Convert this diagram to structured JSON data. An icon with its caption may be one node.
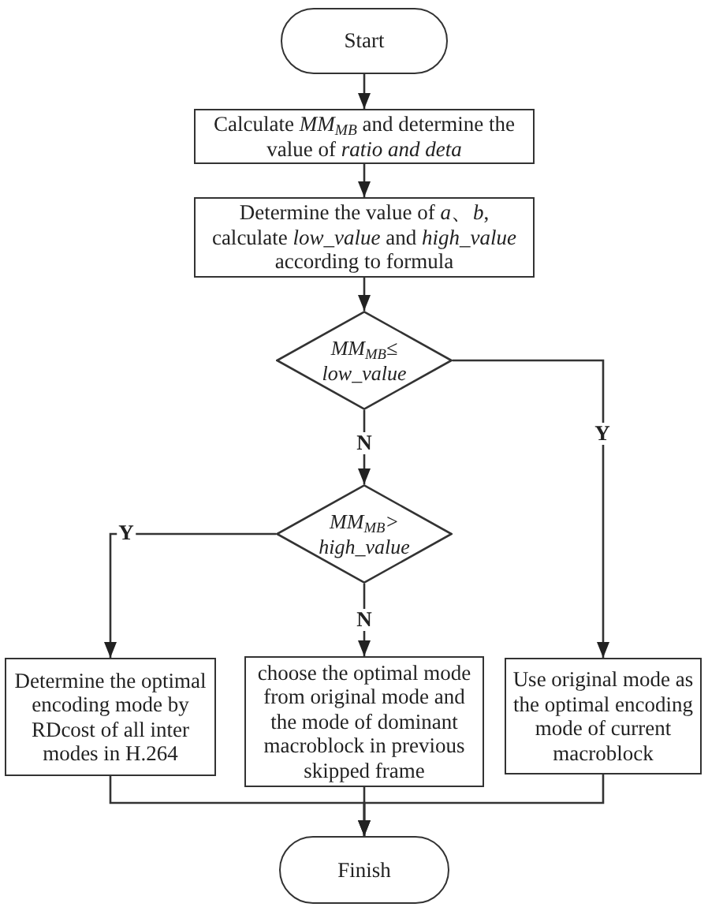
{
  "diagram": {
    "nodes": [
      {
        "text": [
          "Start"
        ]
      },
      {
        "text": [
          "Calculate *MM$_{MB}$* and determine the value of *ratio and deta*"
        ]
      },
      {
        "text": [
          "Determine the value of *a*、*b*, calculate *low_value* and *high_value* according to formula"
        ]
      },
      {
        "text": [
          "MM$_{MB}$≤ low_value"
        ]
      },
      {
        "text": [
          "MM$_{MB}$> high_value"
        ]
      },
      {
        "text": [
          "Determine the optimal encoding mode by RDcost of all inter modes in H.264"
        ]
      },
      {
        "text": [
          "choose the optimal mode from original mode and the mode of dominant macroblock in previous skipped frame"
        ]
      },
      {
        "text": [
          "Use original mode as the optimal encoding mode of current macroblock"
        ]
      },
      {
        "text": [
          "Finish"
        ]
      }
    ],
    "edges": [
      {
        "from": 0,
        "to": 1,
        "arrow": "to"
      },
      {
        "from": 1,
        "to": 2,
        "arrow": "to"
      },
      {
        "from": 2,
        "to": 3,
        "arrow": "to"
      },
      {
        "from": 3,
        "to": 4,
        "arrow": "to",
        "label": "N"
      },
      {
        "from": 3,
        "to": 7,
        "arrow": "to",
        "label": "Y"
      },
      {
        "from": 4,
        "to": 5,
        "arrow": "to",
        "label": "Y"
      },
      {
        "from": 4,
        "to": 6,
        "arrow": "to",
        "label": "N"
      },
      {
        "from": 5,
        "to": 8,
        "arrow": "to"
      },
      {
        "from": 6,
        "to": 8,
        "arrow": "to"
      },
      {
        "from": 7,
        "to": 8,
        "arrow": "to"
      }
    ]
  }
}
